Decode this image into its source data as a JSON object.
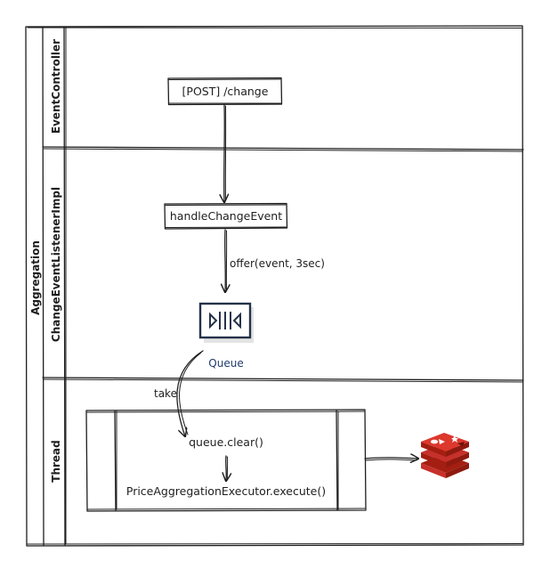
{
  "diagram": {
    "pool_label": "Aggregation",
    "lanes": [
      {
        "label": "EventController"
      },
      {
        "label": "ChangeEventListenerImpl"
      },
      {
        "label": "Thread"
      }
    ],
    "nodes": {
      "post_change": "[POST] /change",
      "handle_change_event": "handleChangeEvent",
      "queue_label": "Queue",
      "queue_clear": "queue.clear()",
      "executor_execute": "PriceAggregationExecutor.execute()"
    },
    "edges": {
      "offer_label": "offer(event, 3sec)",
      "take_label": "take"
    },
    "icons": {
      "queue": "queue-icon",
      "redis": "redis-logo-icon"
    },
    "colors": {
      "stroke": "#1e1e1e",
      "queue_icon": "#24324a",
      "queue_text": "#1d3a6e",
      "redis_red": "#c6302b",
      "redis_dark": "#a41e11"
    }
  }
}
